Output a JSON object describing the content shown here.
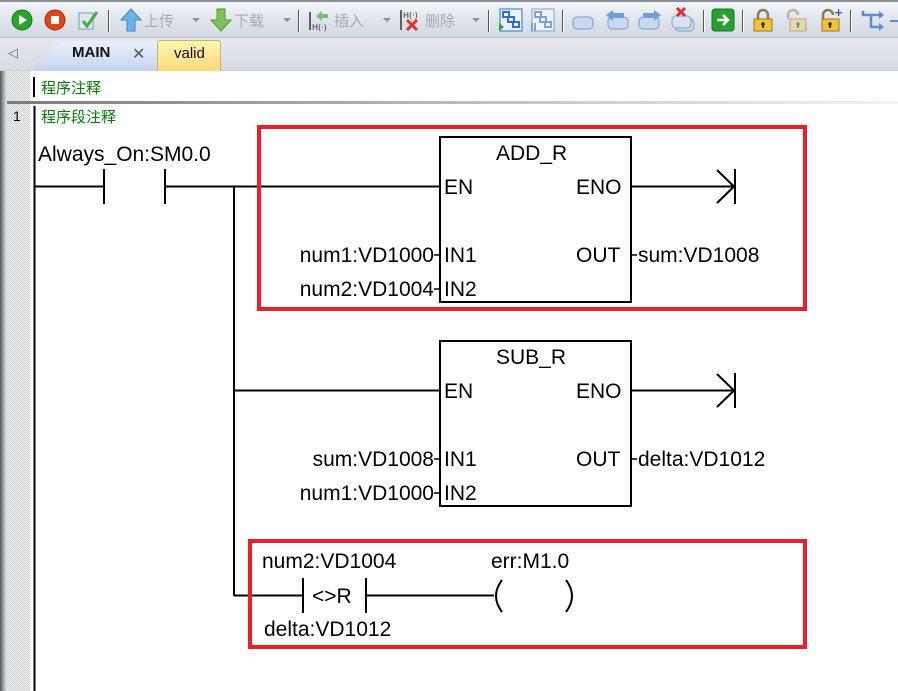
{
  "toolbar": {
    "run_icon": "run-icon",
    "stop_icon": "stop-icon",
    "compile_icon": "compile-check-icon",
    "upload_label": "上传",
    "download_label": "下载",
    "insert_label": "插入",
    "delete_label": "删除",
    "icons": [
      "program-status-icon",
      "trend-view-icon",
      "toggle-bookmark-icon",
      "previous-bookmark-icon",
      "next-bookmark-icon",
      "remove-bookmarks-icon",
      "goto-icon",
      "lock-icon",
      "unlock-icon",
      "lock-add-icon",
      "branch-icon"
    ]
  },
  "tabs": [
    {
      "label": "MAIN",
      "active": true,
      "closable": true,
      "close_glyph": "✕"
    },
    {
      "label": "valid",
      "active": false
    }
  ],
  "tab_scroll_glyph": "◁",
  "editor": {
    "program_comment": "程序注释",
    "network": {
      "number": "1",
      "comment": "程序段注释",
      "contact": {
        "label": "Always_On:SM0.0",
        "type": "normally-open"
      },
      "add_box": {
        "title": "ADD_R",
        "en": "EN",
        "eno": "ENO",
        "in1_pin": "IN1",
        "in2_pin": "IN2",
        "out_pin": "OUT",
        "in1": "num1:VD1000",
        "in2": "num2:VD1004",
        "out": "sum:VD1008"
      },
      "sub_box": {
        "title": "SUB_R",
        "en": "EN",
        "eno": "ENO",
        "in1_pin": "IN1",
        "in2_pin": "IN2",
        "out_pin": "OUT",
        "in1": "sum:VD1008",
        "in2": "num1:VD1000",
        "out": "delta:VD1012"
      },
      "compare": {
        "top": "num2:VD1004",
        "op": "<>R",
        "bottom": "delta:VD1012"
      },
      "coil": {
        "label": "err:M1.0",
        "left": "(",
        "right": ")"
      }
    }
  },
  "highlight_color": "#e8202a",
  "comment_color": "#0a7a0a"
}
